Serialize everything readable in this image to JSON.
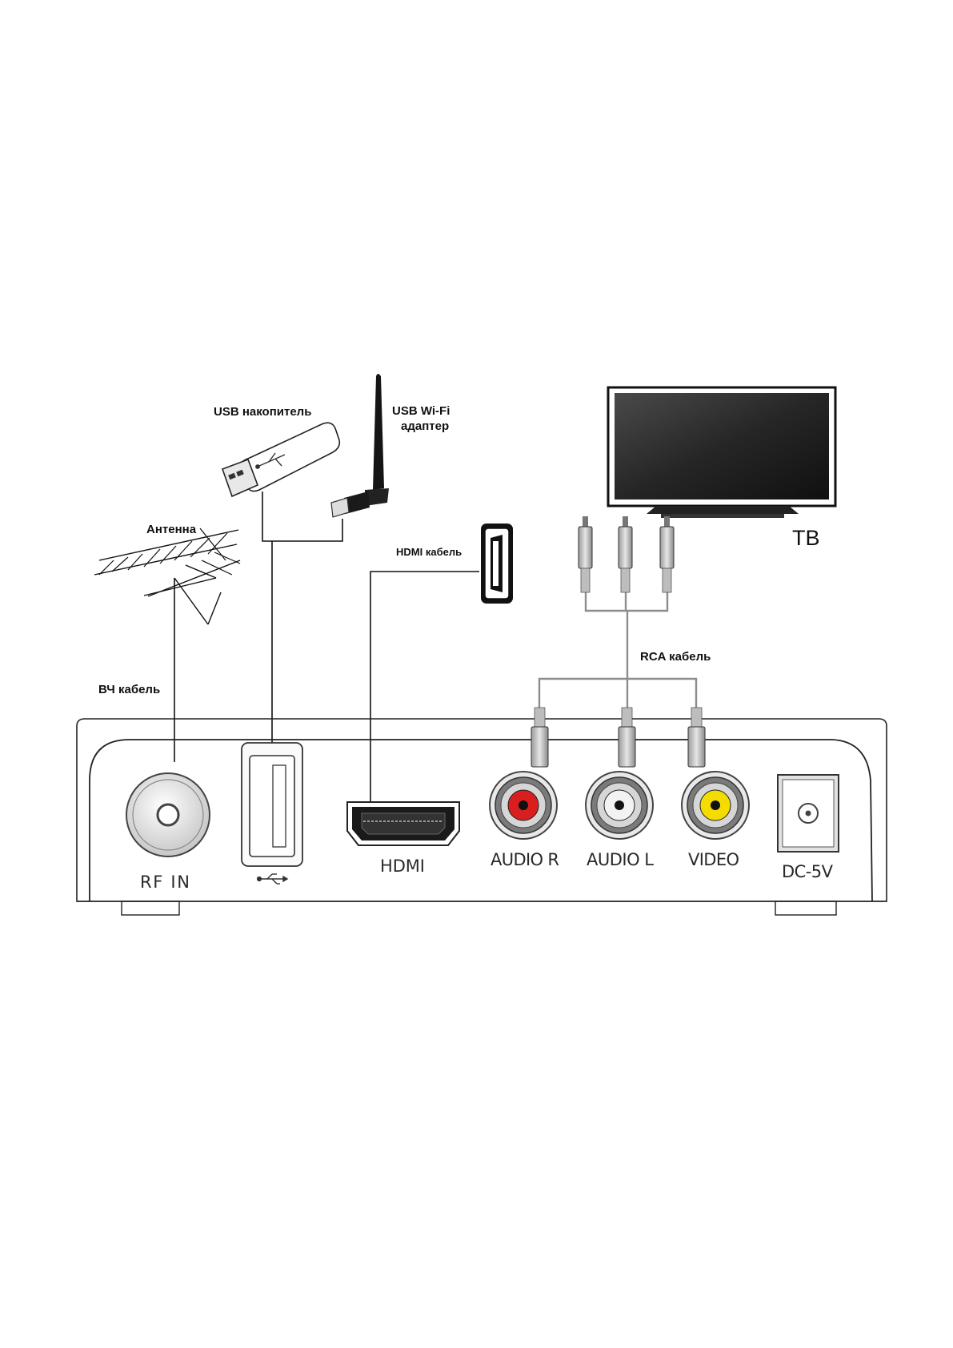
{
  "labels": {
    "usb_drive": "USB накопитель",
    "usb_wifi_line1": "USB Wi-Fi",
    "usb_wifi_line2": "адаптер",
    "antenna": "Антенна",
    "hdmi_cable": "HDMI кабель",
    "tv": "ТВ",
    "rca_cable": "RCA кабель",
    "rf_cable": "ВЧ кабель"
  },
  "ports": {
    "rf_in": "RF IN",
    "hdmi": "HDMI",
    "audio_r": "AUDIO R",
    "audio_l": "AUDIO L",
    "video": "VIDEO",
    "dc": "DC-5V"
  },
  "colors": {
    "audio_r_jack": "#d81e1e",
    "audio_l_jack": "#f2f2f2",
    "video_jack": "#f5dc00",
    "line": "#111111",
    "cable_gray": "#9a9a9a",
    "tv_screen": "#2a2a2a"
  },
  "icons": {
    "usb_port": "usb-symbol-icon"
  }
}
